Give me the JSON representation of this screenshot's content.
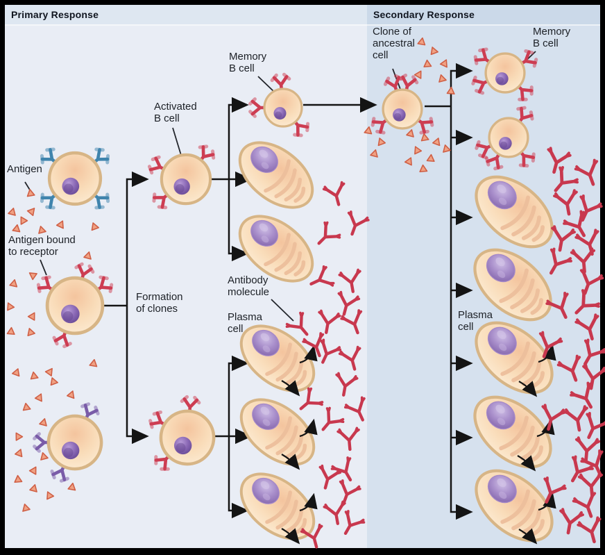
{
  "panels": {
    "primary": {
      "title": "Primary Response"
    },
    "secondary": {
      "title": "Secondary Response"
    }
  },
  "labels": {
    "antigen": "Antigen",
    "antigen_bound": "Antigen bound\nto receptor",
    "formation_of_clones": "Formation\nof clones",
    "activated_b_cell": "Activated\nB cell",
    "memory_b_cell_primary": "Memory\nB cell",
    "antibody_molecule": "Antibody\nmolecule",
    "plasma_cell_primary": "Plasma\ncell",
    "clone_of_ancestral_cell": "Clone of\nancestral\ncell",
    "memory_b_cell_secondary": "Memory\nB cell",
    "plasma_cell_secondary": "Plasma\ncell"
  },
  "colors": {
    "antibody": "#c8384e",
    "receptor_red": "#cd3d52",
    "receptor_blue": "#3f84ad",
    "receptor_purple": "#7a5ca8",
    "antigen_fill": "#f0a183",
    "antigen_stroke": "#cf5f45",
    "cell_membrane": "#d7b586",
    "line": "#141414",
    "text": "#1c2026",
    "panel_primary_bg": "#e9edf5",
    "panel_primary_header": "#dee7f1",
    "panel_secondary_bg": "#d6e1ee",
    "panel_secondary_header": "#cbd9e9",
    "frame": "#000000"
  }
}
